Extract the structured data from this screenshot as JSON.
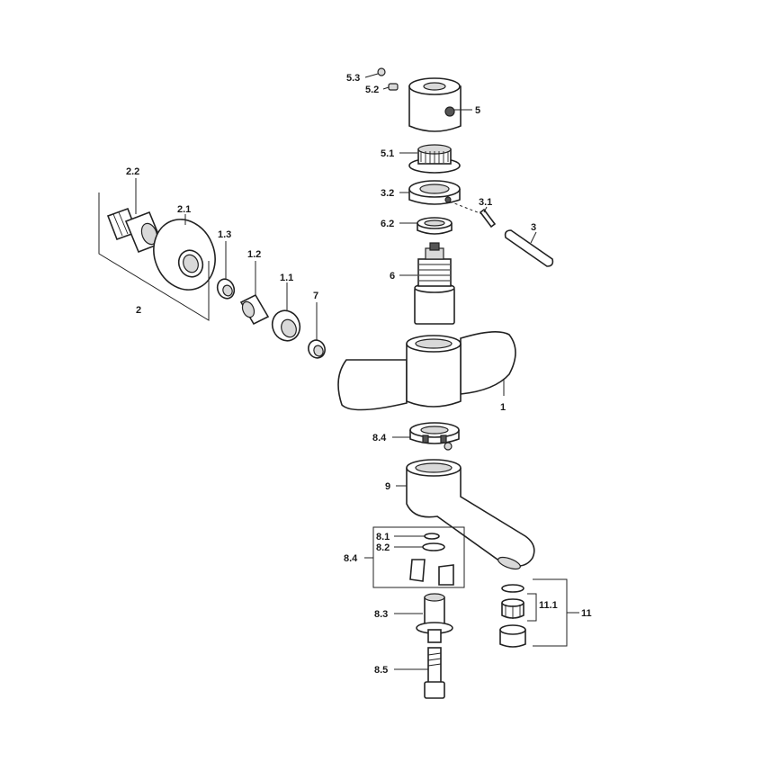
{
  "labels": {
    "l_5_3": "5.3",
    "l_5_2": "5.2",
    "l_5": "5",
    "l_5_1": "5.1",
    "l_3_2": "3.2",
    "l_3_1": "3.1",
    "l_3": "3",
    "l_6_2": "6.2",
    "l_6": "6",
    "l_2_2": "2.2",
    "l_2_1": "2.1",
    "l_1_3": "1.3",
    "l_1_2": "1.2",
    "l_1_1": "1.1",
    "l_7": "7",
    "l_2": "2",
    "l_1": "1",
    "l_8_4a": "8.4",
    "l_9": "9",
    "l_8_1": "8.1",
    "l_8_2": "8.2",
    "l_8_4b": "8.4",
    "l_8_3": "8.3",
    "l_8_5": "8.5",
    "l_11_1": "11.1",
    "l_11": "11"
  }
}
